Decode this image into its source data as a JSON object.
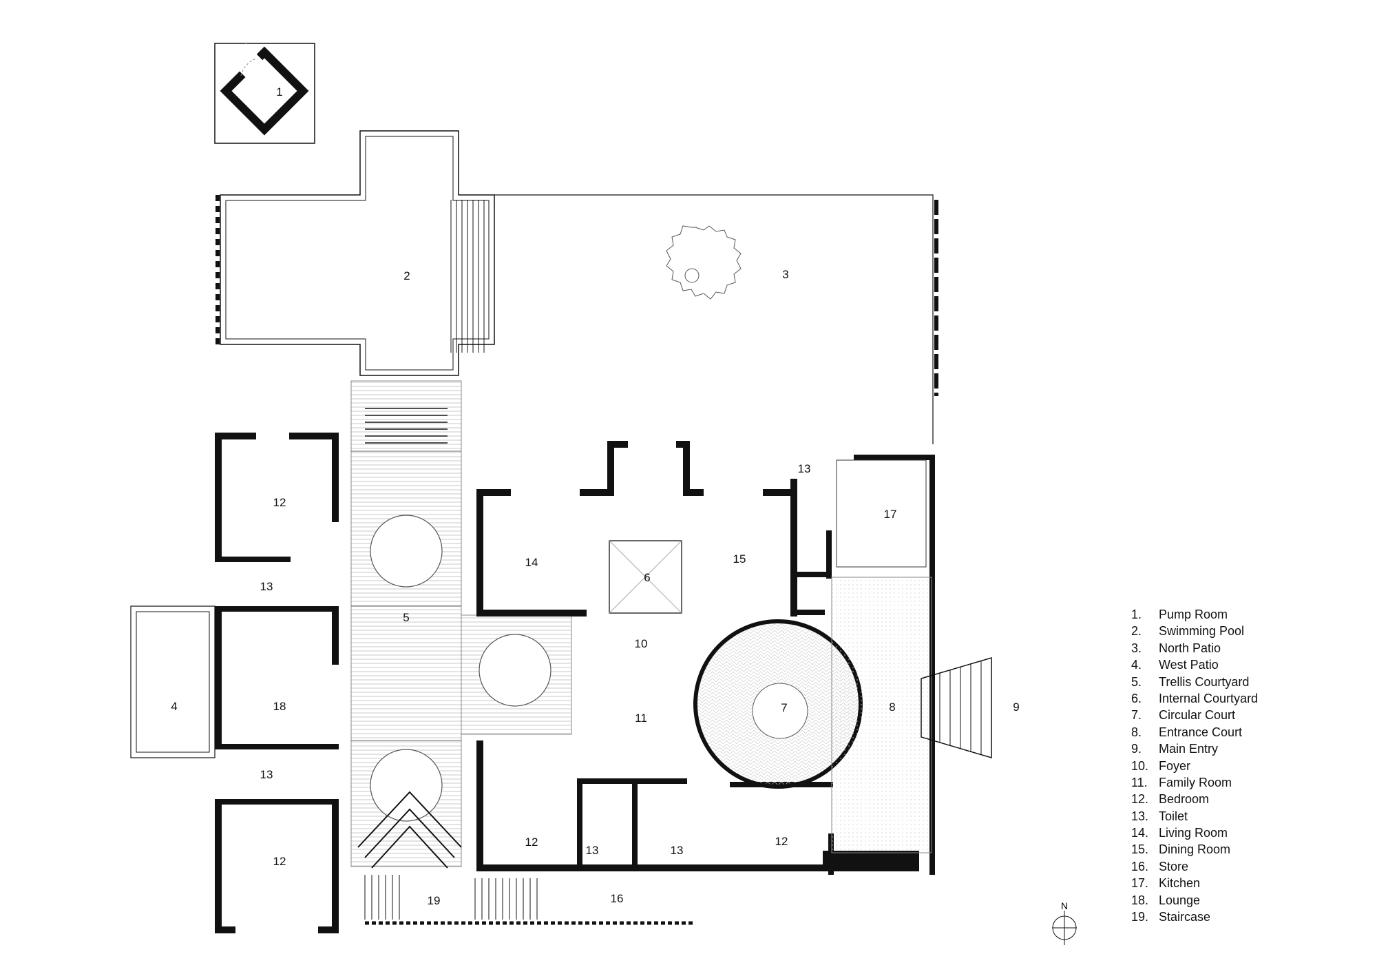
{
  "rooms": {
    "r1": "1",
    "r2": "2",
    "r3": "3",
    "r4": "4",
    "r5": "5",
    "r6": "6",
    "r7": "7",
    "r8": "8",
    "r9": "9",
    "r10": "10",
    "r11": "11",
    "r12a": "12",
    "r12b": "12",
    "r12c": "12",
    "r12d": "12",
    "r13a": "13",
    "r13b": "13",
    "r13c": "13",
    "r13d": "13",
    "r13e": "13",
    "r14": "14",
    "r15": "15",
    "r16": "16",
    "r17": "17",
    "r18": "18",
    "r19": "19"
  },
  "north_label": "N",
  "legend": [
    {
      "num": "1.",
      "name": "Pump Room"
    },
    {
      "num": "2.",
      "name": "Swimming Pool"
    },
    {
      "num": "3.",
      "name": "North Patio"
    },
    {
      "num": "4.",
      "name": "West Patio"
    },
    {
      "num": "5.",
      "name": "Trellis Courtyard"
    },
    {
      "num": "6.",
      "name": "Internal Courtyard"
    },
    {
      "num": "7.",
      "name": "Circular Court"
    },
    {
      "num": "8.",
      "name": "Entrance Court"
    },
    {
      "num": "9.",
      "name": "Main Entry"
    },
    {
      "num": "10.",
      "name": "Foyer"
    },
    {
      "num": "11.",
      "name": "Family Room"
    },
    {
      "num": "12.",
      "name": "Bedroom"
    },
    {
      "num": "13.",
      "name": "Toilet"
    },
    {
      "num": "14.",
      "name": "Living Room"
    },
    {
      "num": "15.",
      "name": "Dining Room"
    },
    {
      "num": "16.",
      "name": "Store"
    },
    {
      "num": "17.",
      "name": "Kitchen"
    },
    {
      "num": "18.",
      "name": "Lounge"
    },
    {
      "num": "19.",
      "name": "Staircase"
    }
  ]
}
